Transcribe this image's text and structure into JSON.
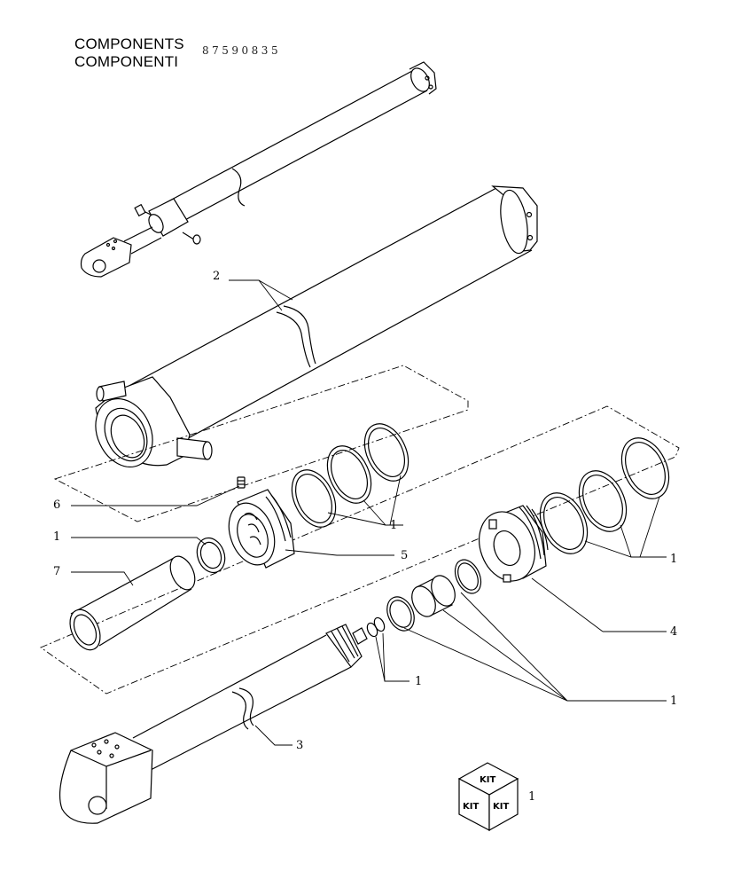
{
  "header": {
    "title_line1": "COMPONENTS",
    "title_line2": "COMPONENTI",
    "part_number": "87590835"
  },
  "callouts": {
    "c2": "2",
    "c6": "6",
    "c1a": "1",
    "c7": "7",
    "c5": "5",
    "c1b": "1",
    "c1c": "1",
    "c4": "4",
    "c1d": "1",
    "c1e": "1",
    "c3": "3",
    "c1kit": "1"
  },
  "kit": {
    "top": "KIT",
    "left": "KIT",
    "right": "KIT"
  }
}
